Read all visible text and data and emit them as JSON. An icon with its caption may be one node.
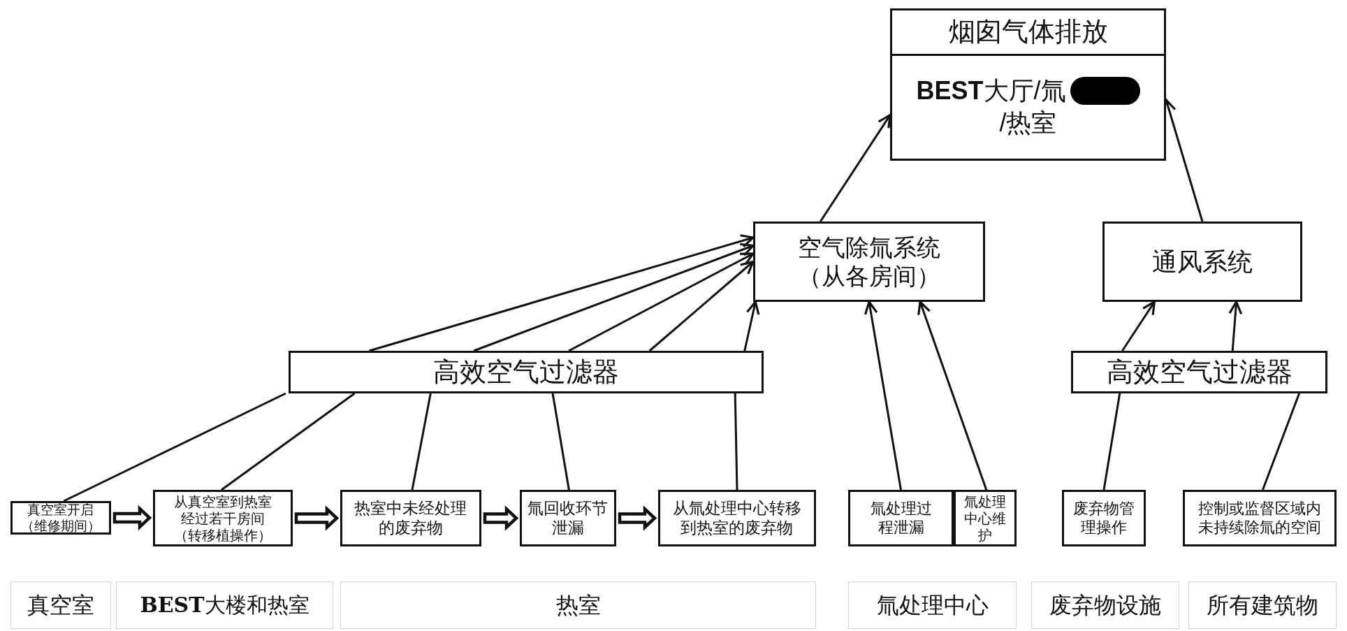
{
  "diagram": {
    "nodes": [
      {
        "text": [
          "烟囱气体排放",
          "**BEST**大厅/氚",
          "/热室"
        ]
      },
      {
        "text": [
          "空气除氚系统（从各房间）"
        ]
      },
      {
        "text": [
          "通风系统"
        ]
      },
      {
        "text": [
          "高效空气过滤器"
        ]
      },
      {
        "text": [
          "高效空气过滤器"
        ]
      },
      {
        "text": [
          "真空室开启（维修期间）"
        ]
      },
      {
        "text": [
          "从真空室到热室经过若干房间（转移植操作）"
        ]
      },
      {
        "text": [
          "热室中未经处理的废弃物"
        ]
      },
      {
        "text": [
          "氚回收环节泄漏"
        ]
      },
      {
        "text": [
          "从氚处理中心转移到热室的废弃物"
        ]
      },
      {
        "text": [
          "氚处理过程泄漏"
        ]
      },
      {
        "text": [
          "氚处理中心维护"
        ]
      },
      {
        "text": [
          "废弃物管理操作"
        ]
      },
      {
        "text": [
          "控制或监督区域内未持续除氚的空间"
        ]
      },
      {
        "text": [
          "真空室"
        ]
      },
      {
        "text": [
          "**BEST**大楼和热室"
        ]
      },
      {
        "text": [
          "热室"
        ]
      },
      {
        "text": [
          "氚处理中心"
        ]
      },
      {
        "text": [
          "废弃物设施"
        ]
      },
      {
        "text": [
          "所有建筑物"
        ]
      }
    ],
    "edges": [
      {
        "from": 1,
        "to": 0,
        "arrow": "to"
      },
      {
        "from": 2,
        "to": 0,
        "arrow": "to"
      },
      {
        "from": 5,
        "to": 3,
        "arrow": "none"
      },
      {
        "from": 6,
        "to": 3,
        "arrow": "none"
      },
      {
        "from": 7,
        "to": 3,
        "arrow": "none"
      },
      {
        "from": 8,
        "to": 3,
        "arrow": "none"
      },
      {
        "from": 9,
        "to": 3,
        "arrow": "none"
      },
      {
        "from": 3,
        "to": 1,
        "arrow": "to"
      },
      {
        "from": 3,
        "to": 1,
        "arrow": "to"
      },
      {
        "from": 3,
        "to": 1,
        "arrow": "to"
      },
      {
        "from": 3,
        "to": 1,
        "arrow": "to"
      },
      {
        "from": 3,
        "to": 1,
        "arrow": "to"
      },
      {
        "from": 10,
        "to": 1,
        "arrow": "to"
      },
      {
        "from": 11,
        "to": 1,
        "arrow": "to"
      },
      {
        "from": 12,
        "to": 4,
        "arrow": "none"
      },
      {
        "from": 13,
        "to": 4,
        "arrow": "none"
      },
      {
        "from": 4,
        "to": 2,
        "arrow": "to"
      },
      {
        "from": 4,
        "to": 2,
        "arrow": "to"
      },
      {
        "from": 5,
        "to": 6,
        "arrow": "to",
        "style": "thick"
      },
      {
        "from": 6,
        "to": 7,
        "arrow": "to",
        "style": "thick"
      },
      {
        "from": 7,
        "to": 8,
        "arrow": "to",
        "style": "thick"
      },
      {
        "from": 8,
        "to": 9,
        "arrow": "to",
        "style": "thick"
      }
    ]
  }
}
